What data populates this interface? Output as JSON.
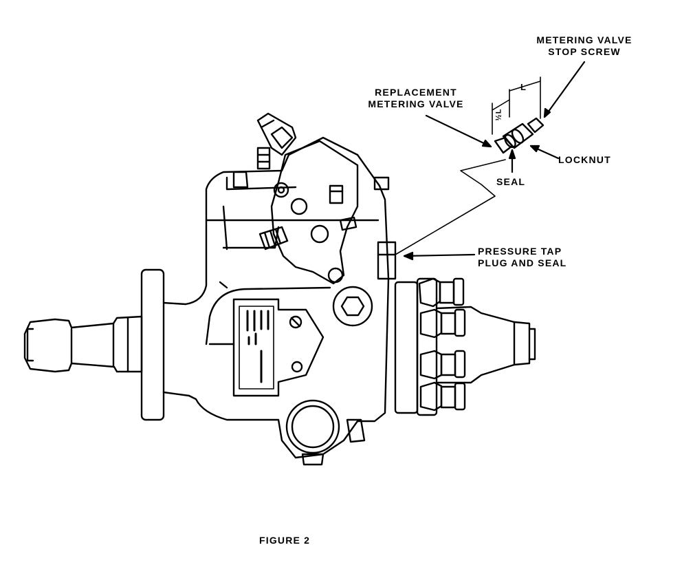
{
  "labels": {
    "metering_valve_stop_screw": [
      "METERING VALVE",
      "STOP SCREW"
    ],
    "replacement_metering_valve": [
      "REPLACEMENT",
      "METERING VALVE"
    ],
    "locknut": "LOCKNUT",
    "seal": "SEAL",
    "pressure_tap": [
      "PRESSURE TAP",
      "PLUG AND SEAL"
    ],
    "dim_L": "L",
    "dim_half_L": "½L"
  },
  "figure_caption": "FIGURE 2"
}
